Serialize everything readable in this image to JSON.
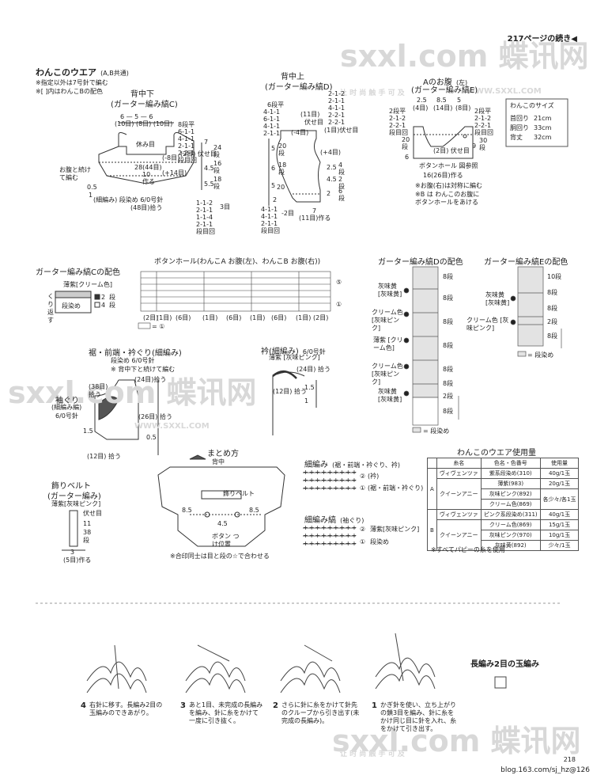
{
  "header": {
    "continued": "217ページの続き◀",
    "page_number": "218",
    "blog": "blog.163.com/sj_hz@126"
  },
  "watermark": {
    "logo": "sxxl.com 蝶讯网",
    "url": "WWW.SXXL.COM",
    "tagline": "让 时 尚 触 手 可 及"
  },
  "wear": {
    "title": "わんこのウエア",
    "title_note": "(A,B共通)",
    "note1": "※指定以外は7号針で編む",
    "note2": "※[ ]内はわんこBの配色"
  },
  "back_lower": {
    "title": "背中下",
    "subtitle": "(ガーター編み縞C)",
    "top_nums": "6 — 5 — 6",
    "top_counts": "(10目) (8目) (10目)",
    "rows_top": "8段平",
    "dec_rows": [
      "6-1-1",
      "4-1-1",
      "2-1-1",
      "2-2-1"
    ],
    "dec_end": "段目回",
    "rest": "休み目",
    "minus8": "(-8目)",
    "stitches_2": "(2目) 伏せ目",
    "width_28": "28(44目)",
    "width_10": "10",
    "plus14": "(+14目)",
    "tsukuru": "作る",
    "cont": "お腹と続けて編む",
    "v05": "0.5",
    "v1": "1",
    "bottom": "(細編み) 段染め 6/0号針",
    "cast": "(48目)拾う",
    "inc_rows": [
      "1-1-2",
      "2-1-1",
      "1-1-4",
      "2-1-1"
    ],
    "inc_note": "3目",
    "inc_end": "段目回",
    "side_nums": [
      "7",
      "24",
      "段",
      "4.5",
      "16",
      "段",
      "5.5",
      "18",
      "段"
    ]
  },
  "back_upper": {
    "title": "背中上",
    "subtitle": "(ガーター編み縞D)",
    "rows": [
      "2-1-2",
      "2-1-1",
      "4-1-1",
      "2-2-1",
      "2-2-1",
      "(1目)伏せ目"
    ],
    "left_rows": [
      "6段平",
      "4-1-1",
      "6-1-1",
      "4-1-1",
      "2-1-1"
    ],
    "eleven": "(11目)",
    "fuse": "伏せ目",
    "minus4": "(-4目)",
    "plus4": "(+4目)",
    "sides": [
      "5",
      "20",
      "段",
      "6",
      "18",
      "段",
      "2.5",
      "4",
      "段",
      "4.5",
      "2",
      "段",
      "2",
      "6",
      "段"
    ],
    "bottom_rows": [
      "4-1-1",
      "4-1-1",
      "2-1-1",
      "段目回"
    ],
    "minus2": "-2目",
    "bottom_w": "7",
    "bottom_c": "(11目)作る",
    "v2": "2",
    "v5": "5",
    "v20": "20"
  },
  "belly": {
    "title": "Aのお腹",
    "side": "(左)",
    "subtitle": "(ガーター編み縞E)",
    "top_nums": [
      "2.5",
      "8.5",
      "5"
    ],
    "top_counts": [
      "(4目)",
      "(14目)",
      "(8目)"
    ],
    "left_rows": [
      "2段平",
      "2-1-2",
      "2-2-1",
      "段目回"
    ],
    "right_rows": [
      "2段平",
      "2-1-2",
      "2-2-1",
      "段目回"
    ],
    "inner": "(2目) 伏せ目",
    "sides": [
      "20",
      "段",
      "9",
      "30",
      "段",
      "6"
    ],
    "button_note": "ボタンホール 図参照",
    "width": "16(26目)作る",
    "note1": "※お腹(右)は対称に編む",
    "note2": "※B は わんこのお腹に ボタンホールをあける"
  },
  "size": {
    "title": "わんこのサイズ",
    "rows": [
      [
        "首回り",
        "21cm"
      ],
      [
        "胴回り",
        "33cm"
      ],
      [
        "背丈",
        "32cm"
      ]
    ]
  },
  "stripe_c": {
    "title": "ガーター編み縞Cの配色",
    "color": "薄紫[クリーム色]",
    "dye": "段染め",
    "rows": [
      "2",
      "段",
      "4",
      "段"
    ],
    "side": "くり返す"
  },
  "buttonhole": {
    "title": "ボタンホール(わんこA お腹(左)、わんこB お腹(右))",
    "counts": [
      "(2目)",
      "(1目)",
      "(6目)",
      "(1目)",
      "(6目)",
      "(1目)",
      "(6目)",
      "(1目)",
      "(2目)"
    ],
    "r5": "⑤",
    "r1": "①",
    "legend": "= ①"
  },
  "stripe_d": {
    "title": "ガーター編み縞Dの配色",
    "labels": [
      "灰味黄 [灰味黄]",
      "クリーム色 [灰味ピンク]",
      "薄紫 [クリーム色]",
      "クリーム色 [灰味ピンク]",
      "灰味黄 [灰味黄]"
    ],
    "rows": [
      "8段",
      "8段",
      "8段",
      "8段",
      "8段",
      "8段",
      "2段",
      "8段"
    ],
    "legend": "= 段染め"
  },
  "stripe_e": {
    "title": "ガーター編み縞Eの配色",
    "labels": [
      "灰味黄 [灰味黄]",
      "クリーム色 [灰味ピンク]"
    ],
    "rows": [
      "10段",
      "8段",
      "8段",
      "2段",
      "8段"
    ],
    "legend": "= 段染め"
  },
  "hem": {
    "title": "裾・前端・衿ぐり(細編み)",
    "line1": "段染め 6/0号針",
    "line2": "※ 背中下と続けて編む",
    "c24": "(24目)拾う",
    "c38": "(38目) 拾う",
    "c26": "(26目) 拾う",
    "c12": "(12目) 拾う",
    "armhole": "袖ぐり",
    "armhole2": "(細編み編)",
    "needle": "6/0号針",
    "v15": "1.5",
    "v05": "0.5"
  },
  "collar": {
    "title": "衿(細編み)",
    "needle": "6/0号針",
    "color": "薄紫 [灰味ピンク]",
    "c24": "(24目) 拾う",
    "c12": "(12目) 拾う",
    "v15": "1.5",
    "v1": "1"
  },
  "assembly": {
    "title": "まとめ方",
    "back": "背中",
    "belt": "飾りベルト",
    "n85a": "8.5",
    "n45": "4.5",
    "n85b": "8.5",
    "button": "ボタン つけ位置",
    "note": "※合印同士は目と段の☆で合わせる"
  },
  "belt": {
    "title": "飾りベルト",
    "subtitle": "(ガーター編み)",
    "color": "薄紫[灰味ピンク]",
    "fuse": "伏せ目",
    "r11": "11",
    "r38": "38",
    "r_dan": "段",
    "w3": "3",
    "c5": "(5目)作る"
  },
  "sc": {
    "title": "細編み",
    "title_note": "(裾・前端・衿ぐり、衿)",
    "r2": "②",
    "r2n": "(衿)",
    "r1": "①",
    "r1n": "(裾・前端・衿ぐり)"
  },
  "scstripe": {
    "title": "細編み縞",
    "title_note": "(袖ぐり)",
    "l2": "薄紫[灰味ピンク]",
    "l1": "段染め",
    "r2": "②",
    "r1": "①"
  },
  "usage": {
    "title": "わんこのウエア使用量",
    "headers": [
      "糸名",
      "色名・色番号",
      "使用量"
    ],
    "rows": [
      [
        "A",
        "ヴィヴェンツァ",
        "紫系段染め(310)",
        "40g/1玉"
      ],
      [
        "",
        "クイーンアニー",
        "薄紫(983)",
        "20g/1玉"
      ],
      [
        "",
        "",
        "灰味ピンク(892)",
        "各少々/各1玉"
      ],
      [
        "",
        "",
        "クリーム色(869)",
        ""
      ],
      [
        "B",
        "ヴィヴェンツァ",
        "ピンク系段染め(311)",
        "40g/1玉"
      ],
      [
        "",
        "クイーンアニー",
        "クリーム色(869)",
        "15g/1玉"
      ],
      [
        "",
        "",
        "灰味ピンク(970)",
        "10g/1玉"
      ],
      [
        "",
        "",
        "灰味黄(892)",
        "少々/1玉"
      ]
    ],
    "note": "※すべてパピーの糸を使用"
  },
  "steps": {
    "title": "長編み2目の玉編み",
    "s4n": "4",
    "s4": "右針に移す。長編み2目の玉編みのできあがり。",
    "s3n": "3",
    "s3": "あと1目、未完成の長編みを編み、針に糸をかけて一度に引き抜く。",
    "s2n": "2",
    "s2": "さらに針に糸をかけて針先のクループから引き出す(未完成の長編み)。",
    "s1n": "1",
    "s1": "かぎ針を使い、立ち上がりの鎖3目を編み、針に糸をかけ同じ目に針を入れ、糸をかけて引き出す。"
  }
}
